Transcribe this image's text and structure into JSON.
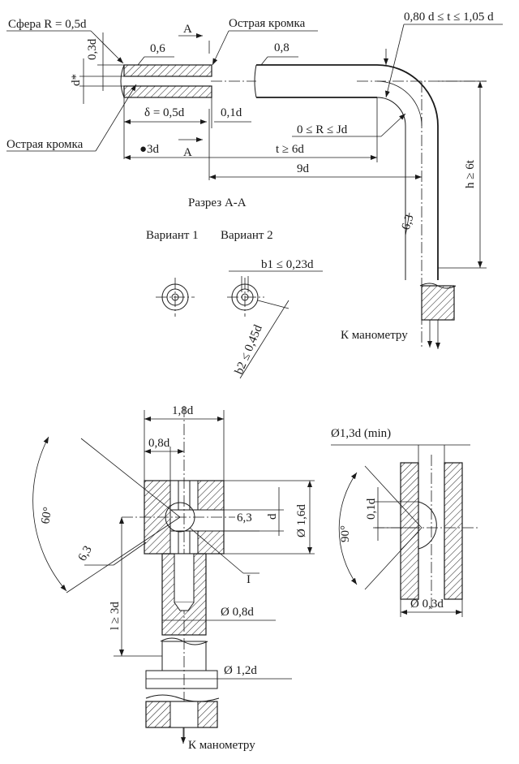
{
  "top": {
    "sphere": "Сфера R = 0,5d",
    "sharp_edge_top": "Острая кромка",
    "sharp_edge_left": "Острая кромка",
    "section_mark_a": "А",
    "dim_03d": "0,3d",
    "dim_dstar": "d*",
    "rough_06": "0,6",
    "rough_08": "0,8",
    "t_range": "0,80 d ≤ t ≤ 1,05 d",
    "delta": "δ = 0,5d",
    "dim_01d": "0,1d",
    "r_range": "0 ≤ R ≤ Jd",
    "dim_3d": "●3d",
    "t_ge": "t ≥ 6d",
    "dim_9d": "9d",
    "h_ge": "h ≥ 6t",
    "rough_63": "6,3",
    "section_title": "Разрез А-А",
    "variant1": "Вариант 1",
    "variant2": "Вариант 2",
    "b1": "b1 ≤ 0,23d",
    "b2": "b2 ≤ 0,45d",
    "to_gauge": "К манометру"
  },
  "bottom_left": {
    "dim_18d": "1,8d",
    "dim_08d": "0,8d",
    "angle_60": "60°",
    "rough_63_right": "6,3",
    "dim_d": "d",
    "dia_16d": "Ø 1,6d",
    "rough_63_left": "6,3",
    "detail_I": "I",
    "l_ge": "l ≥ 3d",
    "dia_08d": "Ø 0,8d",
    "dia_12d": "Ø 1,2d",
    "to_gauge": "К манометру"
  },
  "bottom_right": {
    "dia_13d": "Ø1,3d (min)",
    "dim_01d": "0,1d",
    "angle_90": "90°",
    "dia_03d": "Ø 0,3d"
  }
}
